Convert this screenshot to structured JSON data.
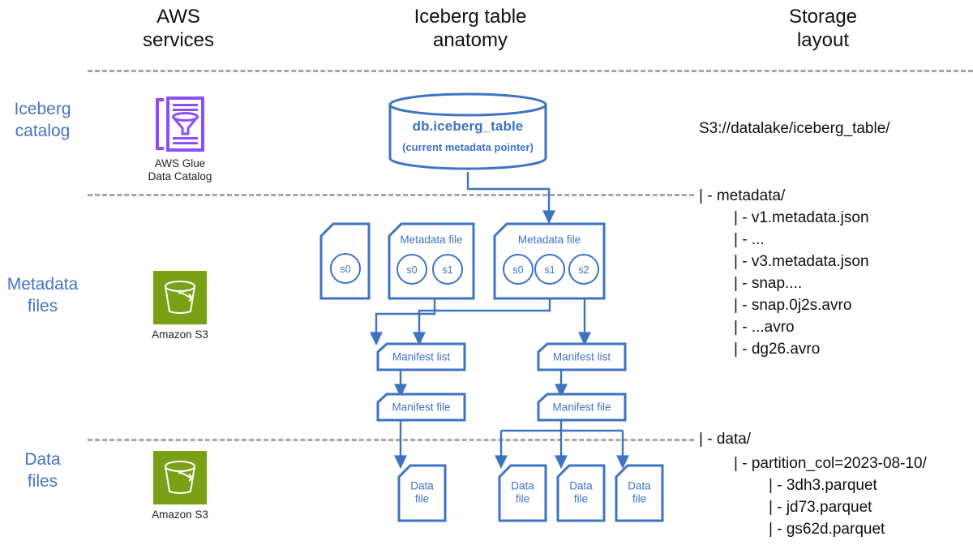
{
  "headers": {
    "aws_services": "AWS\nservices",
    "iceberg_anatomy": "Iceberg table\nanatomy",
    "storage_layout": "Storage\nlayout"
  },
  "row_labels": {
    "catalog": "Iceberg\ncatalog",
    "metadata": "Metadata\nfiles",
    "data": "Data\nfiles"
  },
  "aws_services": [
    {
      "id": "glue",
      "caption": "AWS Glue\nData Catalog",
      "icon": "aws-glue-data-catalog-icon",
      "color": "#8C4FFF"
    },
    {
      "id": "s3-metadata",
      "caption": "Amazon S3",
      "icon": "amazon-s3-bucket-icon",
      "color": "#7AA116"
    },
    {
      "id": "s3-data",
      "caption": "Amazon S3",
      "icon": "amazon-s3-bucket-icon",
      "color": "#7AA116"
    }
  ],
  "catalog_node": {
    "title": "db.iceberg_table",
    "subtitle": "(current metadata pointer)"
  },
  "metadata_files": [
    {
      "id": "mf1",
      "title": "",
      "snapshots": [
        "s0"
      ]
    },
    {
      "id": "mf2",
      "title": "Metadata file",
      "snapshots": [
        "s0",
        "s1"
      ]
    },
    {
      "id": "mf3",
      "title": "Metadata file",
      "snapshots": [
        "s0",
        "s1",
        "s2"
      ]
    }
  ],
  "manifest_lists": [
    {
      "id": "ml-left",
      "label": "Manifest list"
    },
    {
      "id": "ml-right",
      "label": "Manifest list"
    }
  ],
  "manifest_files": [
    {
      "id": "mfl-left",
      "label": "Manifest file"
    },
    {
      "id": "mfl-right",
      "label": "Manifest file"
    }
  ],
  "data_files": [
    {
      "id": "df1",
      "label": "Data\nfile"
    },
    {
      "id": "df2",
      "label": "Data\nfile"
    },
    {
      "id": "df3",
      "label": "Data\nfile"
    },
    {
      "id": "df4",
      "label": "Data\nfile"
    }
  ],
  "storage_layout": {
    "root": "S3://datalake/iceberg_table/",
    "metadata_dir": "| - metadata/",
    "metadata_entries": [
      "| - v1.metadata.json",
      "| - ...",
      "| - v3.metadata.json",
      "| - snap....",
      "| - snap.0j2s.avro",
      "| - ...avro",
      "| - dg26.avro"
    ],
    "data_dir": "| - data/",
    "partition_dir": "| - partition_col=2023-08-10/",
    "data_entries": [
      "| - 3dh3.parquet",
      "| - jd73.parquet",
      "| - gs62d.parquet"
    ]
  },
  "colors": {
    "accent_blue": "#3E73C4",
    "label_blue": "#4472C4",
    "aws_green": "#7AA116",
    "glue_purple": "#8C4FFF",
    "divider_gray": "#A6A6A6",
    "text_black": "#101010"
  }
}
